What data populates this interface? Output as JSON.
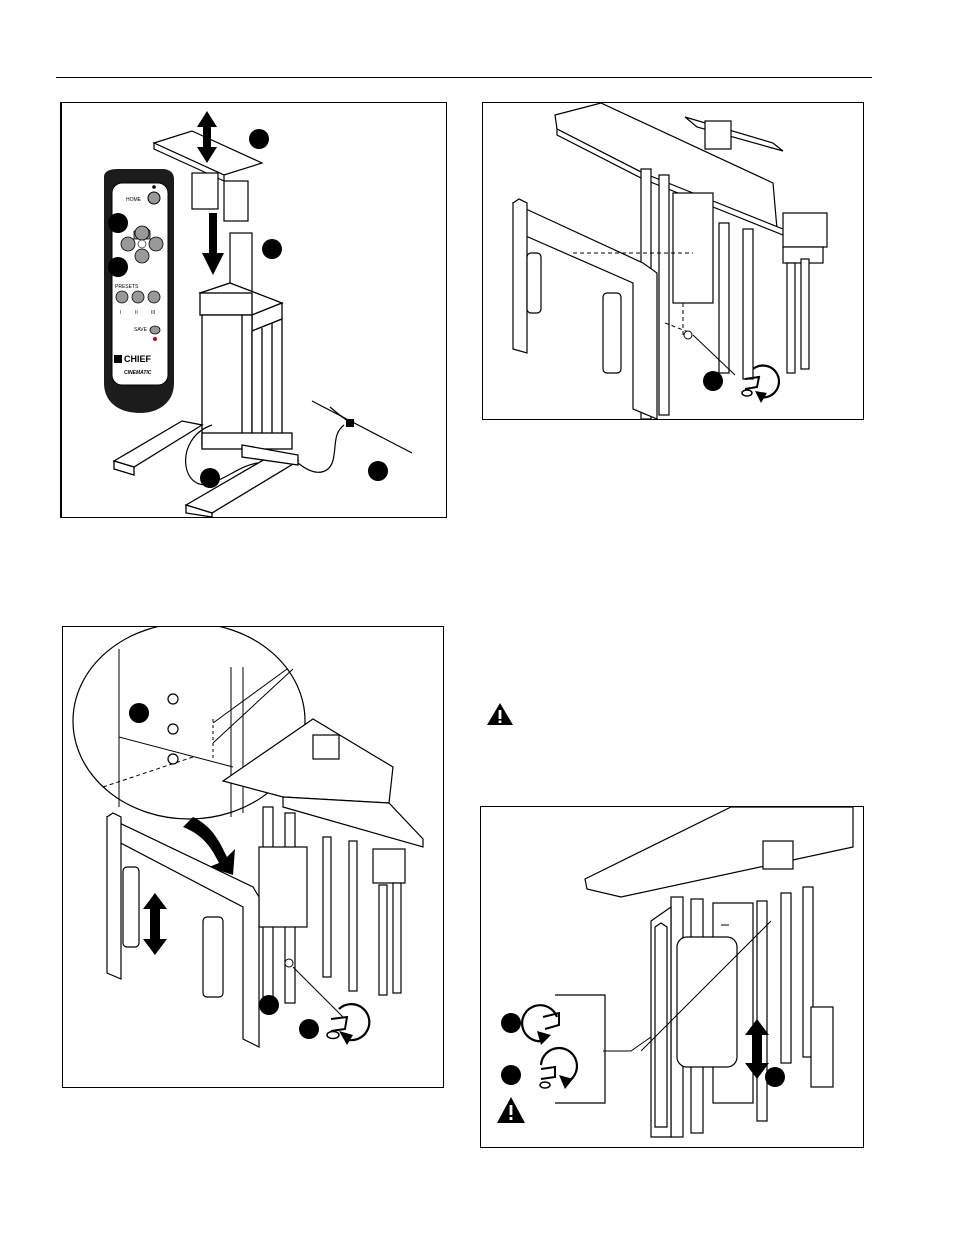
{
  "remote": {
    "home_label": "HOME",
    "presets_label": "PRESETS",
    "preset_labels": [
      "I",
      "II",
      "III"
    ],
    "save_label": "SAVE",
    "brand": "CHIEF",
    "product": "CINEMATIC"
  },
  "icons": [
    "up-down-arrow-icon",
    "callout-dot-icon",
    "wrench-tighten-icon",
    "wrench-loosen-icon",
    "warning-icon",
    "curved-arrow-icon"
  ]
}
